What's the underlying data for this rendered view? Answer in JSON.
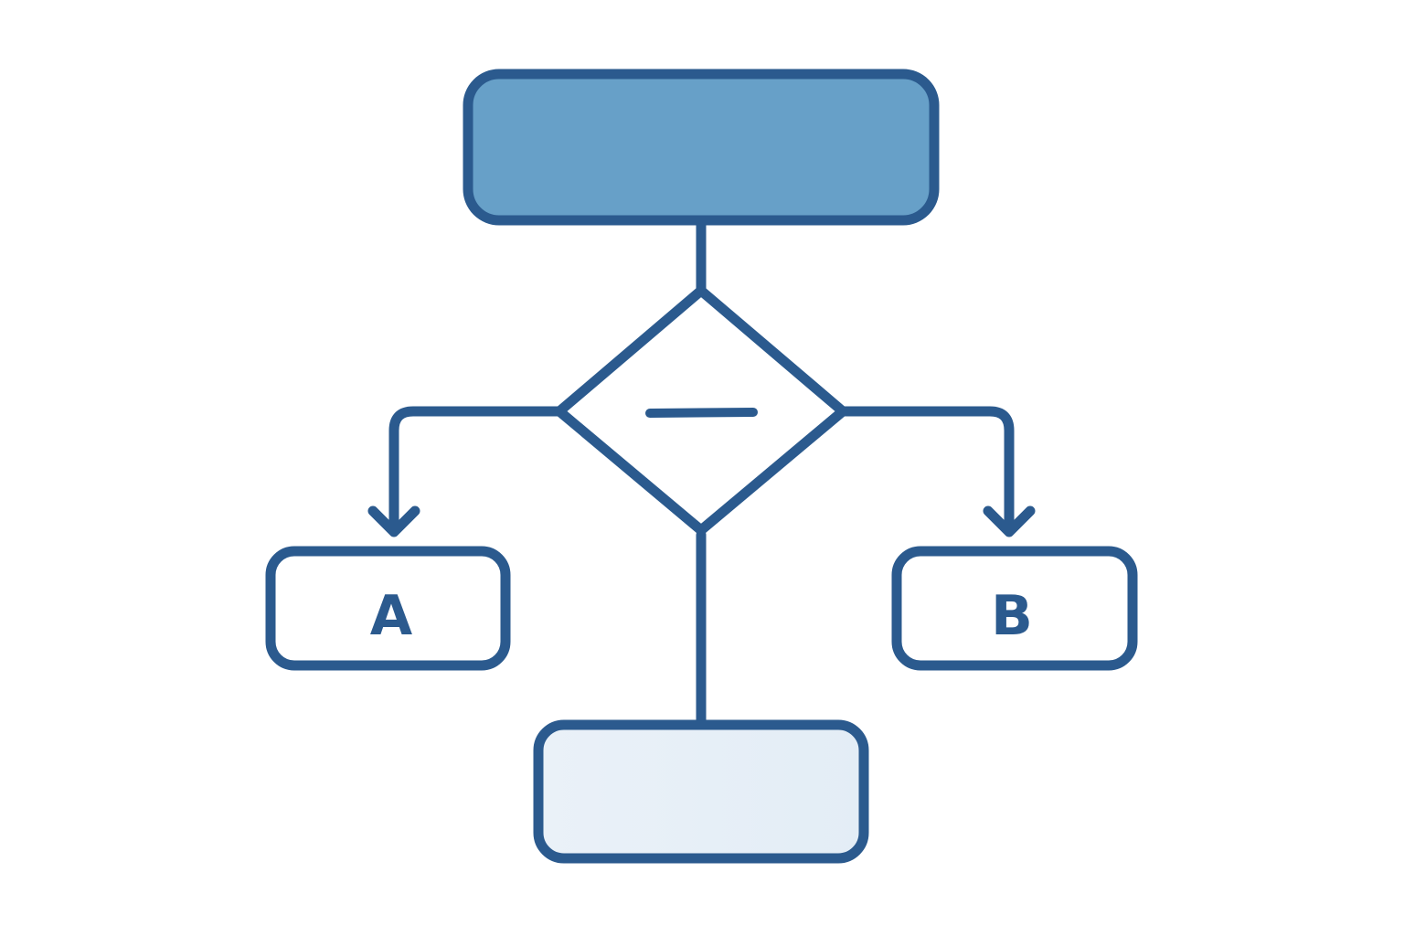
{
  "colors": {
    "stroke": "#2b5a8e",
    "top_fill": "#67a0c8",
    "bottom_fill": "#e3edf6",
    "plain_fill": "#ffffff",
    "text": "#2b5a8e"
  },
  "nodes": {
    "top": {
      "label": ""
    },
    "decision": {
      "symbol": "minus"
    },
    "left": {
      "label": "A"
    },
    "right": {
      "label": "B"
    },
    "bottom": {
      "label": ""
    }
  }
}
